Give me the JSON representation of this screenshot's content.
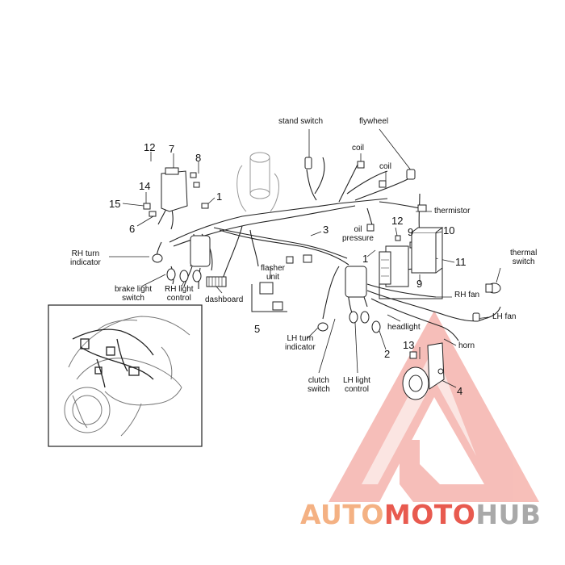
{
  "diagram": {
    "labels": {
      "stand_switch": "stand switch",
      "flywheel": "flywheel",
      "coil_1": "coil",
      "coil_2": "coil",
      "thermistor": "thermistor",
      "oil_pressure": "oil\npressure",
      "thermal_switch": "thermal\nswitch",
      "rh_fan": "RH fan",
      "lh_fan": "LH fan",
      "headlight": "headlight",
      "horn": "horn",
      "rh_turn_indicator": "RH turn\nindicator",
      "brake_light_switch": "brake light\nswitch",
      "rh_light_control": "RH light\ncontrol",
      "dashboard": "dashboard",
      "flasher_unit": "flasher\nunit",
      "lh_turn_indicator": "LH turn\nindicator",
      "clutch_switch": "clutch\nswitch",
      "lh_light_control": "LH light\ncontrol"
    },
    "part_numbers": {
      "n12_top": "12",
      "n7": "7",
      "n8": "8",
      "n14": "14",
      "n15": "15",
      "n6": "6",
      "n1_top": "1",
      "n3": "3",
      "n12_right": "12",
      "n9_top": "9",
      "n10": "10",
      "n1_mid": "1",
      "n11": "11",
      "n9_bottom": "9",
      "n5": "5",
      "n2": "2",
      "n13": "13",
      "n4": "4"
    }
  },
  "watermark": {
    "part1": "AUTO",
    "part2": "MOTO",
    "part3": "HUB",
    "colors": {
      "auto": "#f4b183",
      "moto": "#e85a4f",
      "hub": "#a9a9a9",
      "triangle": "#e8574d"
    }
  }
}
